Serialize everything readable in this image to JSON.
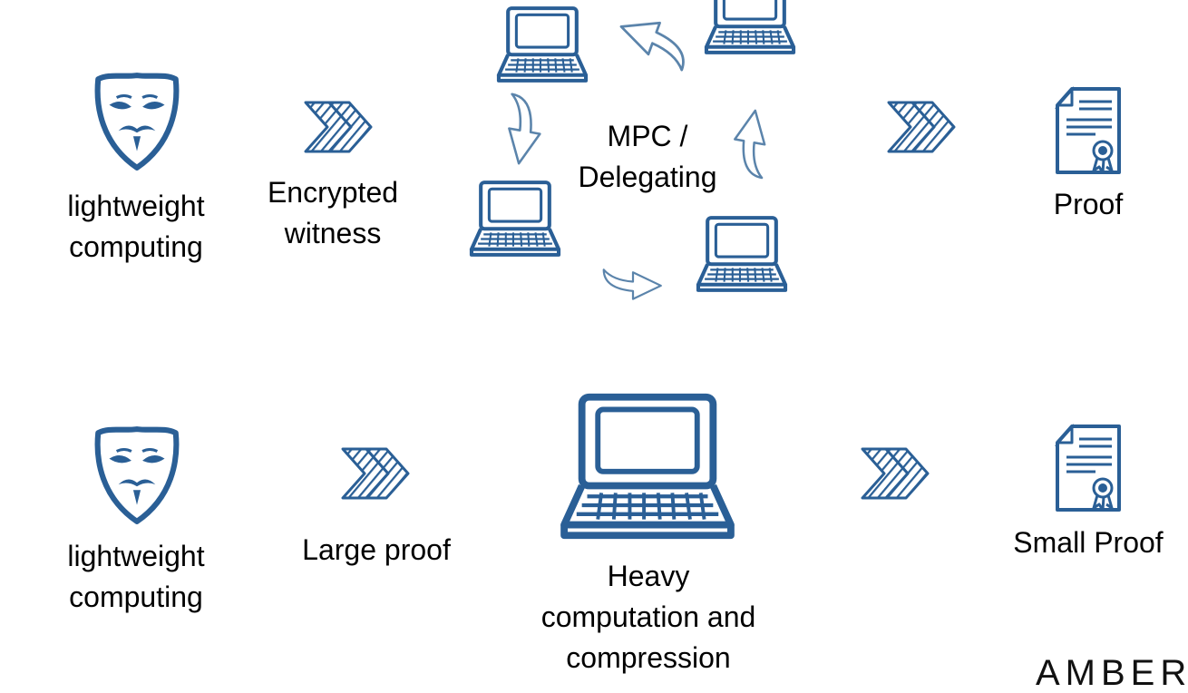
{
  "colors": {
    "primary": "#2a5f96",
    "secondary": "#5b84ab"
  },
  "top_row": {
    "client_label_line1": "lightweight",
    "client_label_line2": "computing",
    "step1_label_line1": "Encrypted",
    "step1_label_line2": "witness",
    "center_label_line1": "MPC /",
    "center_label_line2": "Delegating",
    "result_label": "Proof"
  },
  "bottom_row": {
    "client_label_line1": "lightweight",
    "client_label_line2": "computing",
    "step1_label": "Large proof",
    "center_label_line1": "Heavy",
    "center_label_line2": "computation and",
    "center_label_line3": "compression",
    "result_label": "Small Proof"
  },
  "brand": {
    "text": "AMBER"
  },
  "icons": {
    "client": "anonymous-mask-shield-icon",
    "step_arrow": "double-chevron-arrow-icon",
    "computer": "laptop-icon",
    "cycle_arrow": "curved-arrow-icon",
    "result": "certificate-document-icon"
  }
}
